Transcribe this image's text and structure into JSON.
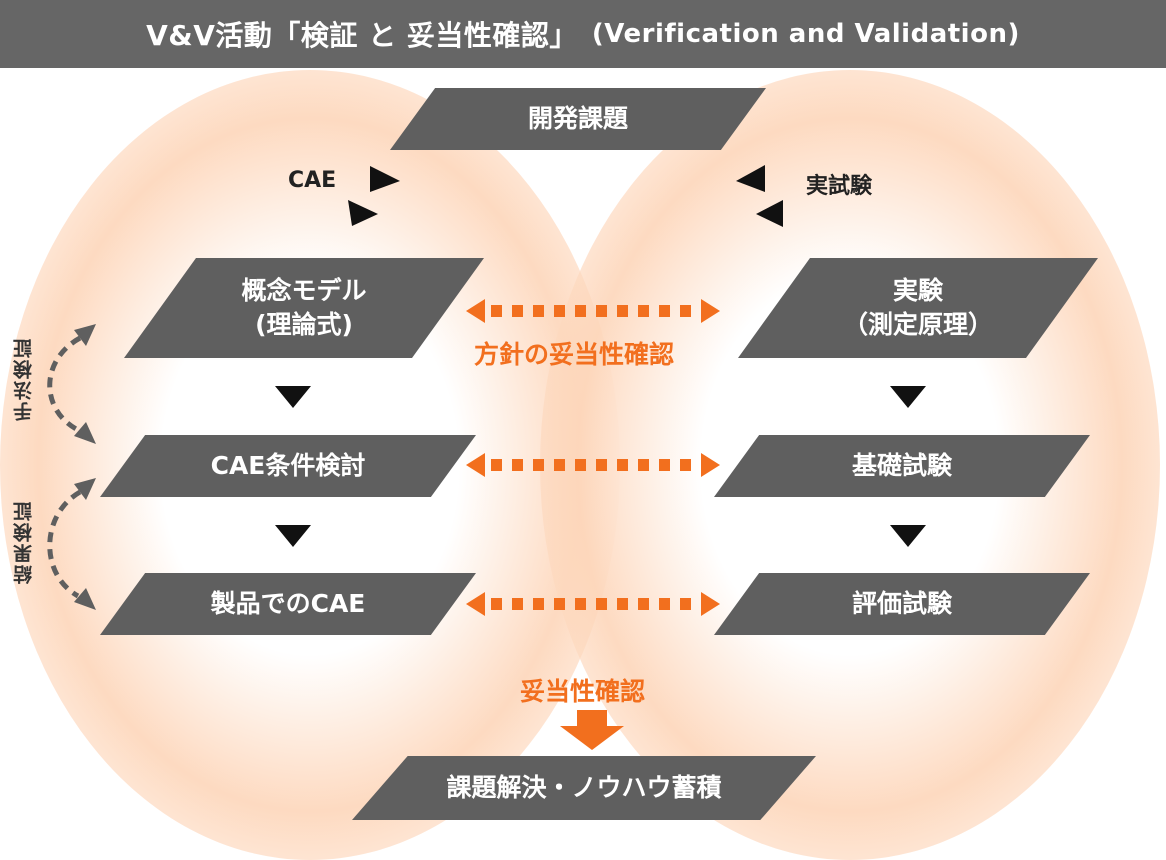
{
  "header": {
    "title": "V&V活動「検証 と 妥当性確認」",
    "subtitle": "(Verification and Validation)"
  },
  "nodes": {
    "development_issue": "開発課題",
    "concept_model_line1": "概念モデル",
    "concept_model_line2": "(理論式)",
    "cae_conditions": "CAE条件検討",
    "product_cae": "製品でのCAE",
    "experiment_line1": "実験",
    "experiment_line2": "（測定原理）",
    "basic_test": "基礎試験",
    "evaluation_test": "評価試験",
    "solution": "課題解決・ノウハウ蓄積"
  },
  "labels": {
    "cae": "CAE",
    "physical_test": "実試験",
    "policy_validation": "方針の妥当性確認",
    "validation": "妥当性確認",
    "method_verification": "手法検証",
    "result_verification": "結果検証"
  },
  "colors": {
    "header_bg": "#666666",
    "box_bg": "#5f5f5f",
    "accent_orange": "#f26f1e",
    "glow": "#fdd6ba"
  }
}
